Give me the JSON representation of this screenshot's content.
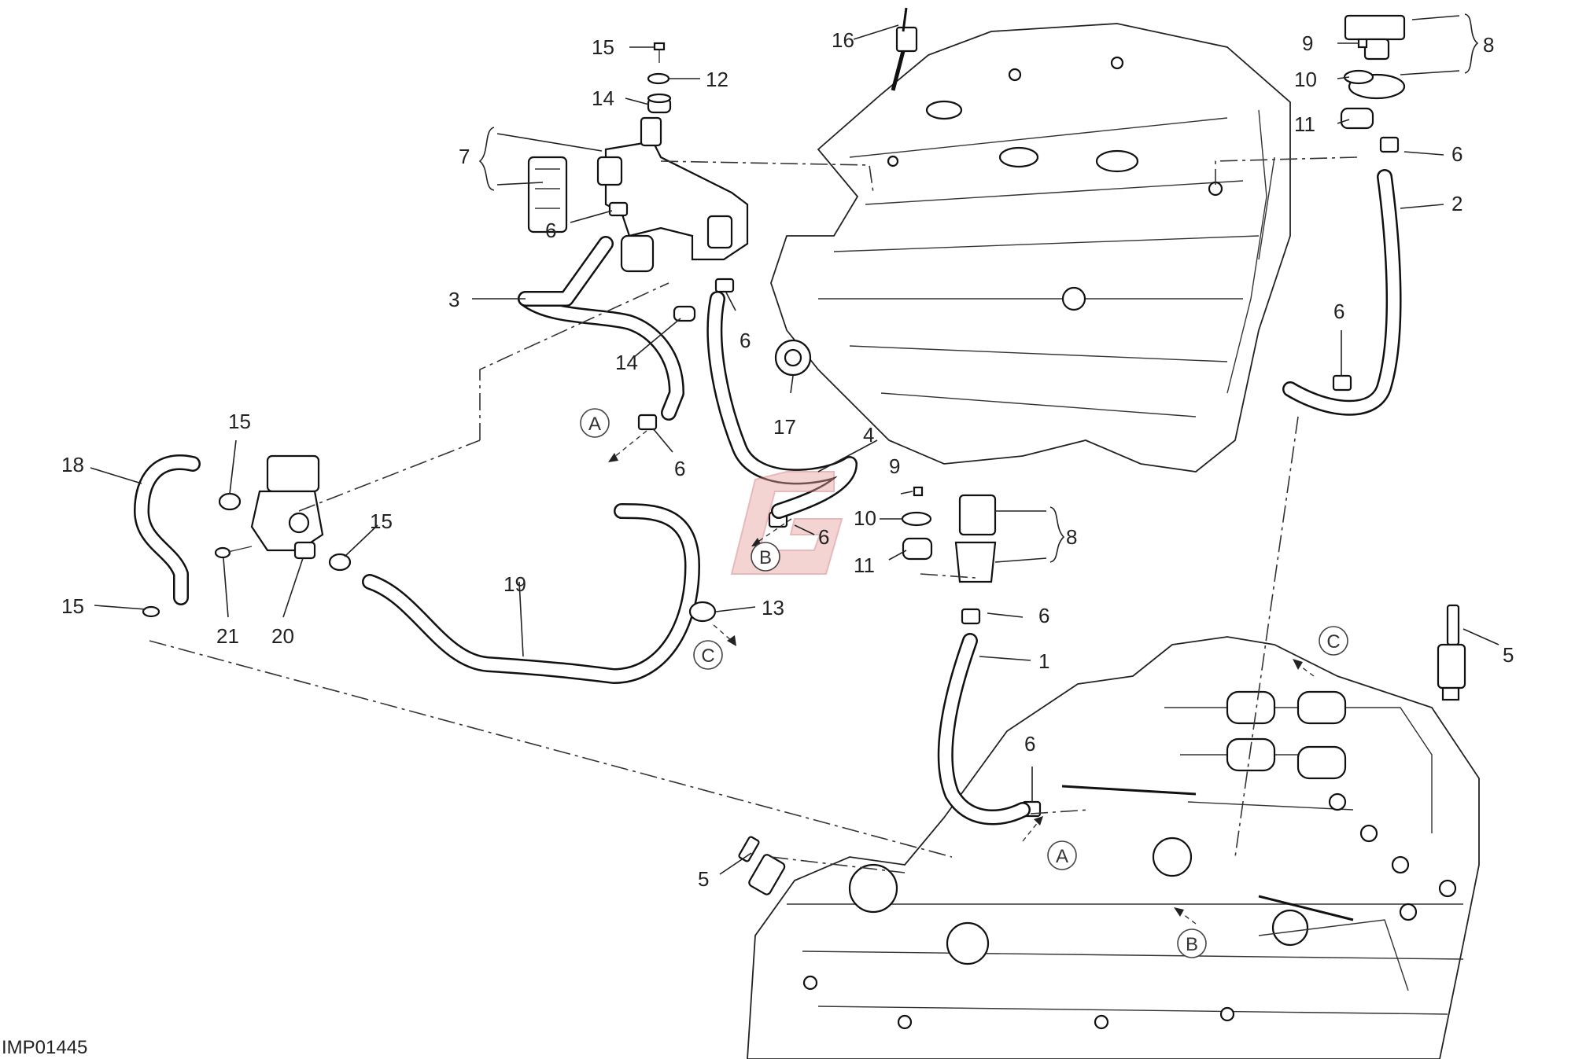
{
  "diagram": {
    "code": "IMP01445",
    "callouts": [
      "1",
      "2",
      "3",
      "4",
      "5",
      "5",
      "6",
      "6",
      "6",
      "6",
      "6",
      "6",
      "6",
      "6",
      "7",
      "8",
      "8",
      "9",
      "9",
      "10",
      "10",
      "11",
      "11",
      "12",
      "13",
      "14",
      "14",
      "15",
      "15",
      "15",
      "15",
      "16",
      "17",
      "18",
      "19",
      "20",
      "21"
    ],
    "reference_marks": [
      "A",
      "A",
      "B",
      "B",
      "C",
      "C"
    ],
    "watermark_color": "#e8a0a0",
    "line_color": "#111111"
  }
}
